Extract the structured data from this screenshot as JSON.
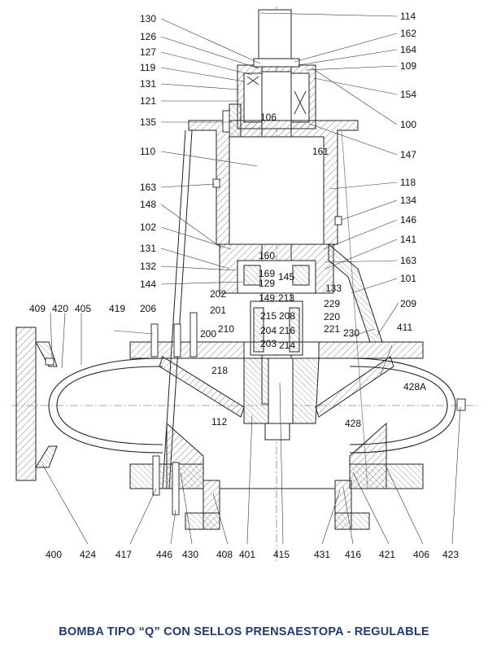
{
  "caption": "BOMBA TIPO “Q” CON SELLOS PRENSAESTOPA - REGULABLE",
  "labels": {
    "l130": "130",
    "l126": "126",
    "l127": "127",
    "l119": "119",
    "l131a": "131",
    "l121": "121",
    "l135": "135",
    "l110": "110",
    "l163a": "163",
    "l148": "148",
    "l102": "102",
    "l131b": "131",
    "l132": "132",
    "l144": "144",
    "l114": "114",
    "l162": "162",
    "l164": "164",
    "l109": "109",
    "l154": "154",
    "l100": "100",
    "l147": "147",
    "l118": "118",
    "l134": "134",
    "l146": "146",
    "l141": "141",
    "l163b": "163",
    "l101": "101",
    "l106": "106",
    "l161": "161",
    "l160": "160",
    "l169": "169",
    "l129": "129",
    "l145": "145",
    "l133": "133",
    "l202": "202",
    "l201": "201",
    "l149": "149",
    "l213": "213",
    "l229": "229",
    "l215": "215",
    "l208": "208",
    "l220": "220",
    "l204": "204",
    "l216": "216",
    "l221": "221",
    "l203": "203",
    "l214": "214",
    "l200": "200",
    "l210": "210",
    "l218": "218",
    "l230": "230",
    "l209": "209",
    "l411": "411",
    "l409": "409",
    "l420": "420",
    "l405": "405",
    "l419": "419",
    "l206": "206",
    "l428A": "428A",
    "l112": "112",
    "l428": "428",
    "l400": "400",
    "l424": "424",
    "l417": "417",
    "l446": "446",
    "l430": "430",
    "l408": "408",
    "l401": "401",
    "l415": "415",
    "l431": "431",
    "l416": "416",
    "l421": "421",
    "l406": "406",
    "l423": "423"
  }
}
